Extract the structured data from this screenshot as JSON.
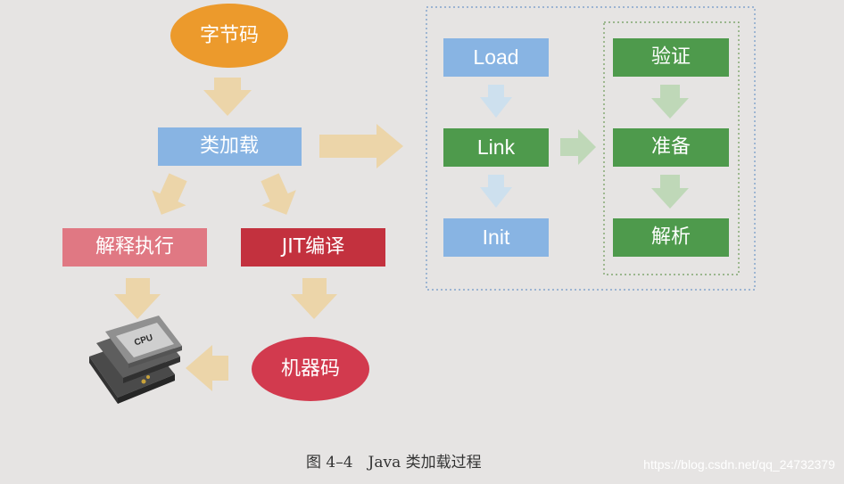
{
  "nodes": {
    "bytecode": "字节码",
    "class_loading": "类加载",
    "interpret": "解释执行",
    "jit": "JIT编译",
    "machine_code": "机器码",
    "cpu_label": "CPU",
    "load": "Load",
    "link": "Link",
    "init": "Init",
    "verify": "验证",
    "prepare": "准备",
    "resolve": "解析"
  },
  "caption": "图 4–4　Java 类加载过程",
  "watermark": "https://blog.csdn.net/qq_24732379",
  "colors": {
    "background": "#e6e4e3",
    "orange": "#ec9a2c",
    "blue": "#88b4e3",
    "green": "#4e9a4c",
    "pink": "#e07883",
    "red": "#c3313e",
    "crimson": "#d23a4e",
    "arrow_beige": "#ecd5a9",
    "arrow_blue": "#cde0ee",
    "arrow_green": "#bfd8b8",
    "dotted_blue": "#6f97c7",
    "dotted_green": "#6e9b5a"
  }
}
